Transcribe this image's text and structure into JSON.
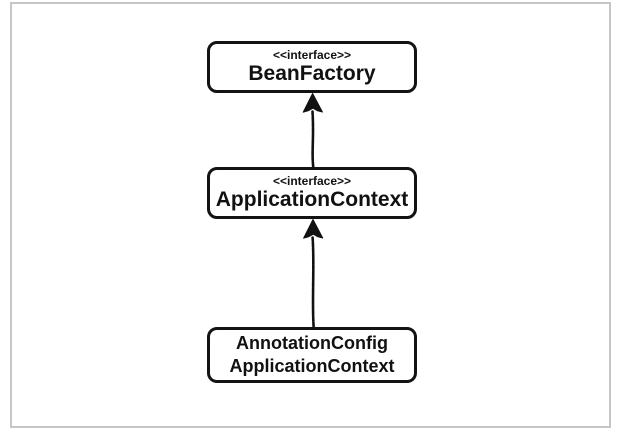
{
  "diagram": {
    "type": "uml-class-hierarchy",
    "nodes": [
      {
        "id": "bean-factory",
        "stereotype": "<<interface>>",
        "name": "BeanFactory"
      },
      {
        "id": "application-context",
        "stereotype": "<<interface>>",
        "name": "ApplicationContext"
      },
      {
        "id": "annotation-config-application-context",
        "stereotype": "",
        "name": "AnnotationConfig\nApplicationContext"
      }
    ],
    "edges": [
      {
        "from": "ApplicationContext",
        "to": "BeanFactory",
        "arrowhead": "filled-triangle",
        "direction": "up",
        "style": "sketchy-solid"
      },
      {
        "from": "AnnotationConfigApplicationContext",
        "to": "ApplicationContext",
        "arrowhead": "filled-triangle",
        "direction": "up",
        "style": "sketchy-solid"
      }
    ],
    "colors": {
      "box_border": "#131313",
      "box_fill": "#ffffff",
      "text": "#111111",
      "frame_border": "#c6c6c6",
      "background": "#ffffff"
    }
  }
}
